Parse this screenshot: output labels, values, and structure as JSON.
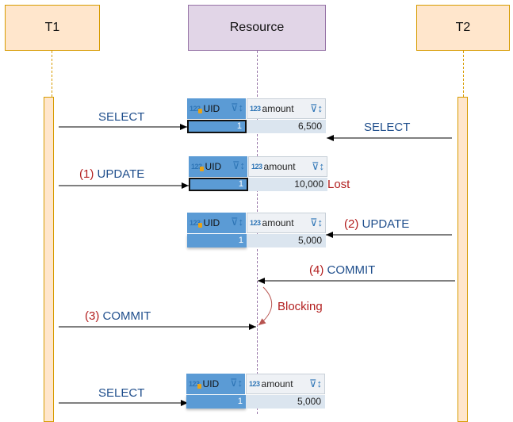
{
  "participants": {
    "t1": "T1",
    "resource": "Resource",
    "t2": "T2"
  },
  "messages": {
    "t1_select_1": "SELECT",
    "t2_select": "SELECT",
    "t1_update_num": "(1)",
    "t1_update_txt": "UPDATE",
    "t2_update_num": "(2)",
    "t2_update_txt": "UPDATE",
    "t2_commit_num": "(4)",
    "t2_commit_txt": "COMMIT",
    "t1_commit_num": "(3)",
    "t1_commit_txt": "COMMIT",
    "t1_select_2": "SELECT"
  },
  "annotations": {
    "lost": "Lost",
    "blocking": "Blocking"
  },
  "colors": {
    "participant_fill": "#ffe6cc",
    "participant_stroke": "#d79b00",
    "resource_fill": "#e1d5e7",
    "resource_stroke": "#9673a6",
    "label_blue": "#1f4e8c",
    "label_red": "#b21e1e",
    "grid_header": "#5b9bd5"
  },
  "grid_header": {
    "type_icon_text": "123",
    "uid_label": "UID",
    "amount_label": "amount",
    "icons": "filter-sort-icon"
  },
  "grids": [
    {
      "uid": "1",
      "amount": "6,500"
    },
    {
      "uid": "1",
      "amount": "10,000"
    },
    {
      "uid": "1",
      "amount": "5,000"
    },
    {
      "uid": "1",
      "amount": "5,000"
    }
  ]
}
